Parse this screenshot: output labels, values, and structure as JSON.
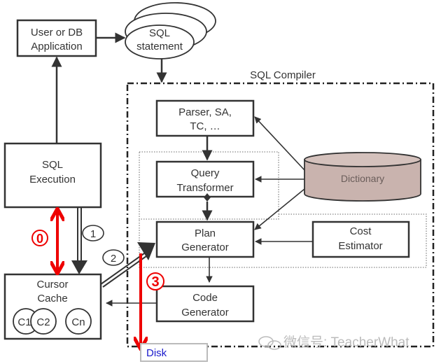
{
  "diagram": {
    "title": "SQL Compiler",
    "nodes": {
      "user_app": {
        "line1": "User or DB",
        "line2": "Application"
      },
      "sql_statement": {
        "line1": "SQL",
        "line2": "statement"
      },
      "sql_execution": {
        "line1": "SQL",
        "line2": "Execution"
      },
      "cursor_cache": {
        "line1": "Cursor",
        "line2": "Cache",
        "cursors": [
          "C1",
          "C2",
          "Cn"
        ]
      },
      "parser": {
        "line1": "Parser, SA,",
        "line2": "TC, …"
      },
      "query_transformer": {
        "line1": "Query",
        "line2": "Transformer"
      },
      "plan_generator": {
        "line1": "Plan",
        "line2": "Generator"
      },
      "code_generator": {
        "line1": "Code",
        "line2": "Generator"
      },
      "cost_estimator": {
        "line1": "Cost",
        "line2": "Estimator"
      },
      "dictionary": {
        "label": "Dictionary"
      },
      "disk": {
        "label": "Disk"
      }
    },
    "step_markers": {
      "step0": "0",
      "step1": "1",
      "step2": "2",
      "step3": "3"
    },
    "edges": [
      {
        "from": "User or DB Application",
        "to": "SQL statement"
      },
      {
        "from": "SQL statement",
        "to": "SQL Compiler"
      },
      {
        "from": "SQL Execution",
        "to": "User or DB Application"
      },
      {
        "from": "SQL Execution",
        "to": "Cursor Cache",
        "step": "1"
      },
      {
        "from": "Cursor Cache",
        "to": "SQL Execution",
        "step": "0",
        "bidirectional": true
      },
      {
        "from": "Cursor Cache",
        "to": "Plan Generator",
        "step": "2"
      },
      {
        "from": "Plan Generator",
        "to": "Disk",
        "step": "3"
      },
      {
        "from": "Parser, SA, TC",
        "to": "Query Transformer"
      },
      {
        "from": "Query Transformer",
        "to": "Plan Generator"
      },
      {
        "from": "Plan Generator",
        "to": "Code Generator"
      },
      {
        "from": "Code Generator",
        "to": "Cursor Cache"
      },
      {
        "from": "Dictionary",
        "to": "Parser, SA, TC"
      },
      {
        "from": "Dictionary",
        "to": "Query Transformer"
      },
      {
        "from": "Dictionary",
        "to": "Plan Generator"
      },
      {
        "from": "Cost Estimator",
        "to": "Plan Generator"
      }
    ],
    "colors": {
      "stroke": "#333333",
      "highlight": "#ee0000",
      "dictionary_fill": "#c9b3ae",
      "disk_text": "#1a1acc"
    },
    "watermark": "微信号: TeacherWhat"
  }
}
